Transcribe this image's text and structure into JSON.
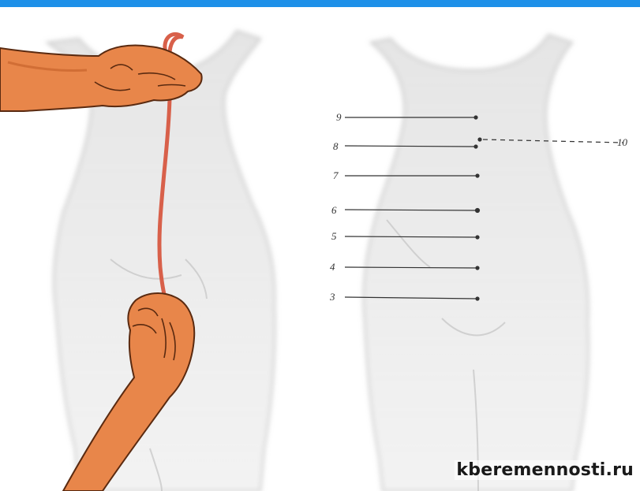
{
  "colors": {
    "top_bar": "#1e90e8",
    "skin": "#e8864a",
    "skin_shadow": "#c8642c",
    "tape": "#d8604a",
    "silhouette": "#b8b8b8",
    "line": "#333333"
  },
  "labels": {
    "l9": "9",
    "l8": "8",
    "l7": "7",
    "l6": "6",
    "l5": "5",
    "l4": "4",
    "l3": "3",
    "l10": "10"
  },
  "watermark": "kberemennosti.ru"
}
